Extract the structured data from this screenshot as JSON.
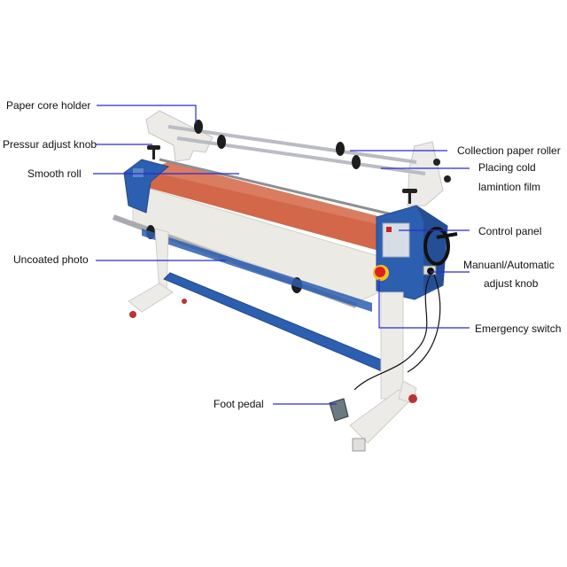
{
  "diagram": {
    "subject": "Cold roll laminating machine",
    "leader_color": "#2a2ad0",
    "colors": {
      "roller": "#d2674a",
      "body_blue": "#2d5fb0",
      "frame": "#e8e6e1",
      "estop_red": "#e02020",
      "estop_yellow": "#f2c21a"
    },
    "labels": {
      "paper_core_holder": "Paper core holder",
      "pressure_adjust_knob": "Pressur adjust knob",
      "smooth_roll": "Smooth roll",
      "uncoated_photo": "Uncoated photo",
      "foot_pedal": "Foot pedal",
      "collection_paper_roller": "Collection paper roller",
      "placing_cold_line1": "Placing cold",
      "placing_cold_line2": "lamintion film",
      "control_panel": "Control panel",
      "manual_auto_line1": "Manuanl/Automatic",
      "manual_auto_line2": "adjust knob",
      "emergency_switch": "Emergency switch"
    }
  }
}
